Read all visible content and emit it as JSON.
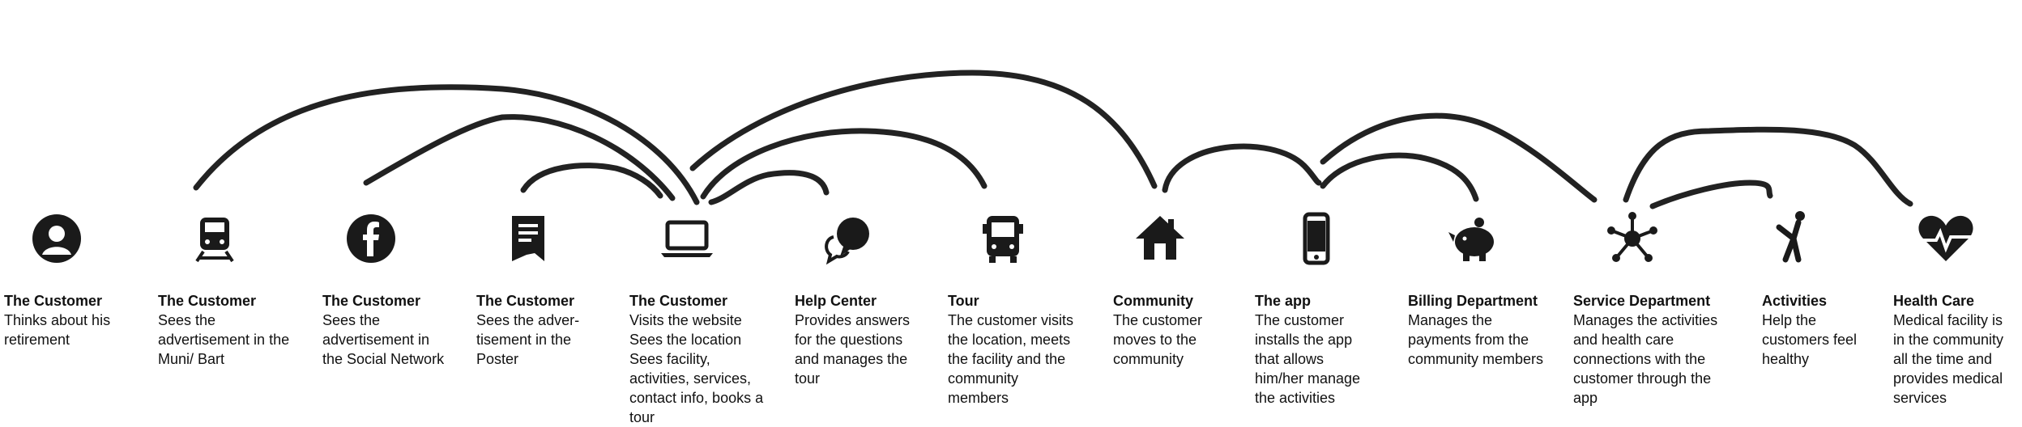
{
  "steps": [
    {
      "title": "The Customer",
      "desc": "Thinks about his retirement",
      "icon": "user-circle-icon"
    },
    {
      "title": "The Customer",
      "desc": "Sees the advertisement in the Muni/ Bart",
      "icon": "train-icon"
    },
    {
      "title": "The Customer",
      "desc": "Sees the advertisement in the Social Network",
      "icon": "facebook-icon"
    },
    {
      "title": "The Customer",
      "desc": "Sees the adver-tisement in the Poster",
      "icon": "poster-icon"
    },
    {
      "title": "The Customer",
      "desc": "Visits the website Sees the location Sees facility, activities, services, contact info, books a tour",
      "icon": "laptop-icon"
    },
    {
      "title": "Help Center",
      "desc": "Provides answers for the questions and manages the tour",
      "icon": "chat-bubbles-icon"
    },
    {
      "title": "Tour",
      "desc": "The customer visits the location, meets the facility and the community members",
      "icon": "bus-icon"
    },
    {
      "title": "Community",
      "desc": "The customer moves to the community",
      "icon": "house-icon"
    },
    {
      "title": "The app",
      "desc": "The customer installs the app that allows him/her manage the activities",
      "icon": "smartphone-icon"
    },
    {
      "title": "Billing Department",
      "desc": "Manages the payments from the community members",
      "icon": "piggy-bank-icon"
    },
    {
      "title": "Service Department",
      "desc": "Manages the activities and health care connections with the customer through the app",
      "icon": "network-hub-icon"
    },
    {
      "title": "Activities",
      "desc": "Help the customers feel healthy",
      "icon": "stretching-person-icon"
    },
    {
      "title": "Health Care",
      "desc": "Medical facility is in the community all the time and provides medical services",
      "icon": "heart-pulse-icon"
    }
  ],
  "connections": [
    {
      "from": "Muni/ Bart",
      "to": "Website"
    },
    {
      "from": "Social Network",
      "to": "Website"
    },
    {
      "from": "Poster",
      "to": "Website"
    },
    {
      "from": "Website",
      "to": "Help Center"
    },
    {
      "from": "Website",
      "to": "Tour"
    },
    {
      "from": "Website",
      "to": "Community"
    },
    {
      "from": "Community",
      "to": "The app"
    },
    {
      "from": "The app",
      "to": "Billing Department"
    },
    {
      "from": "The app",
      "to": "Service Department"
    },
    {
      "from": "Service Department",
      "to": "Activities"
    },
    {
      "from": "Service Department",
      "to": "Health Care"
    }
  ],
  "colors": {
    "stroke": "#222222",
    "icon": "#1a1a1a",
    "text": "#111111"
  }
}
